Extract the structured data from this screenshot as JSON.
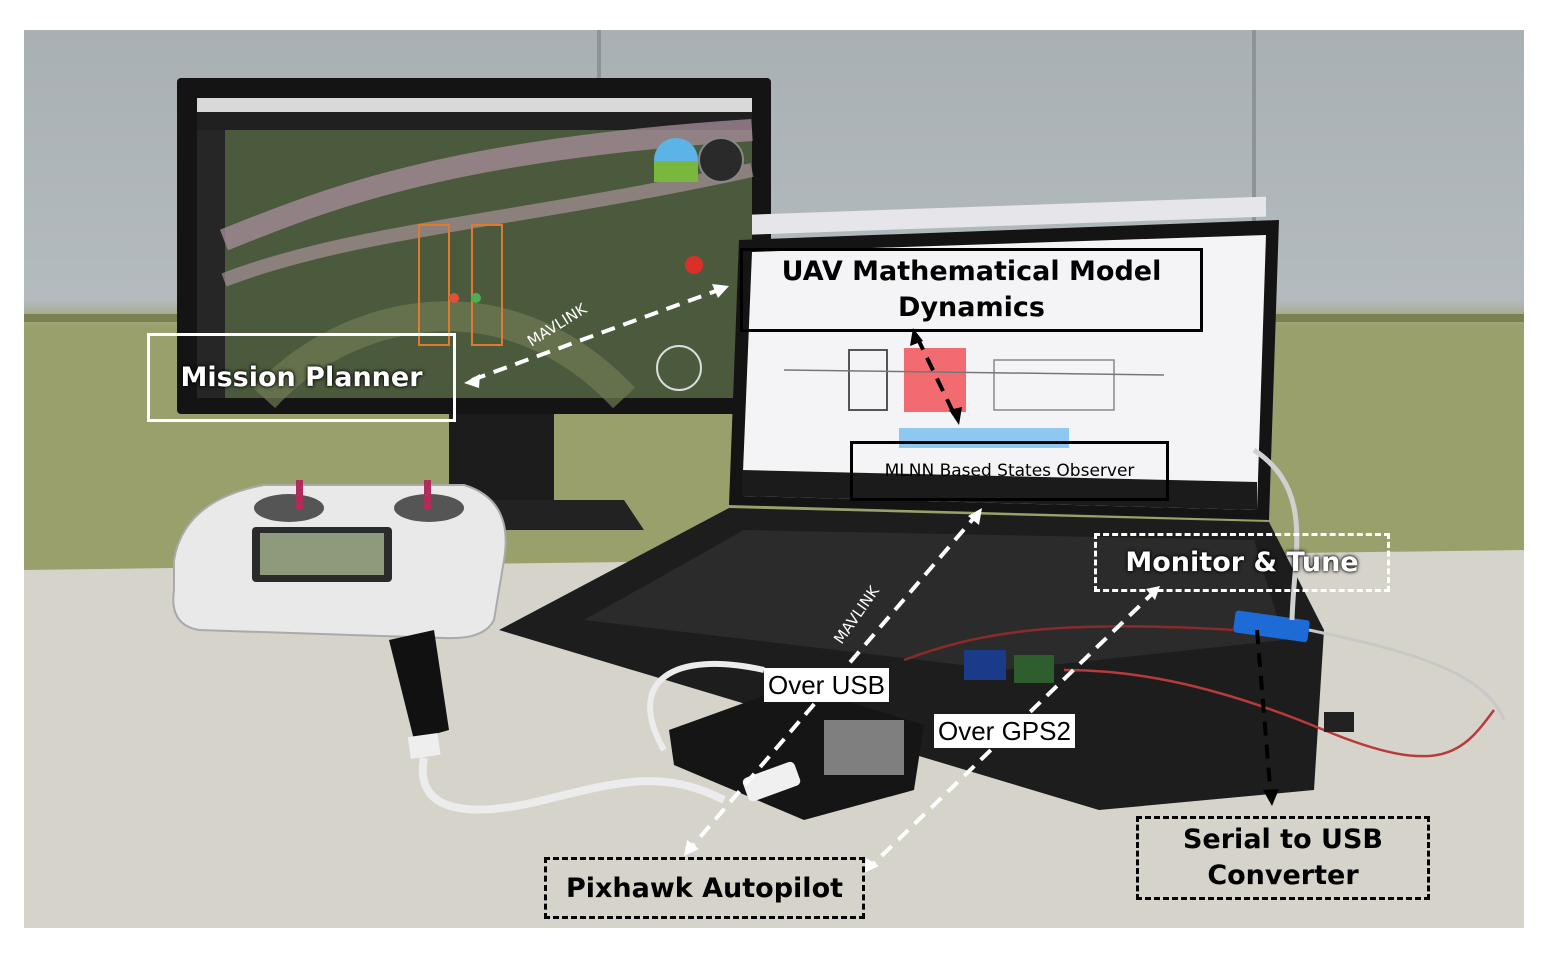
{
  "labels": {
    "mission_planner": "Mission Planner",
    "uav_model": "UAV Mathematical Model Dynamics",
    "mlnn_observer": "MLNN Based States Observer",
    "monitor_tune": "Monitor & Tune",
    "serial_usb": "Serial to USB Converter",
    "pixhawk": "Pixhawk Autopilot",
    "over_usb": "Over USB",
    "over_gps2": "Over GPS2",
    "mavlink_top": "MAVLINK",
    "mavlink_mid": "MAVLINK"
  },
  "colors": {
    "block_highlight": "#f26b70",
    "wall_green": "#9aa06b",
    "desk": "#cfcbc0"
  }
}
